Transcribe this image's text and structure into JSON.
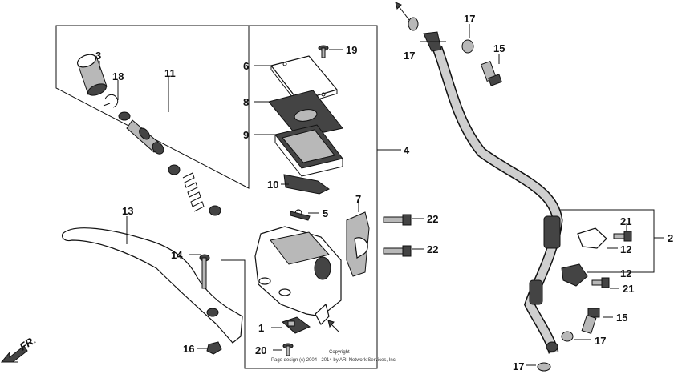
{
  "callouts": {
    "c1": "1",
    "c2": "2",
    "c3": "3",
    "c4": "4",
    "c5": "5",
    "c6": "6",
    "c7": "7",
    "c8": "8",
    "c9": "9",
    "c10": "10",
    "c11": "11",
    "c12a": "12",
    "c12b": "12",
    "c13": "13",
    "c14": "14",
    "c15a": "15",
    "c15b": "15",
    "c16": "16",
    "c17a": "17",
    "c17b": "17",
    "c17c": "17",
    "c17d": "17",
    "c18": "18",
    "c19": "19",
    "c20": "20",
    "c21a": "21",
    "c21b": "21",
    "c22a": "22",
    "c22b": "22"
  },
  "front_marker": "FR.",
  "copyright": {
    "line1": "Copyright",
    "line2": "Page design (c) 2004 - 2014 by ARI Network Services, Inc."
  }
}
